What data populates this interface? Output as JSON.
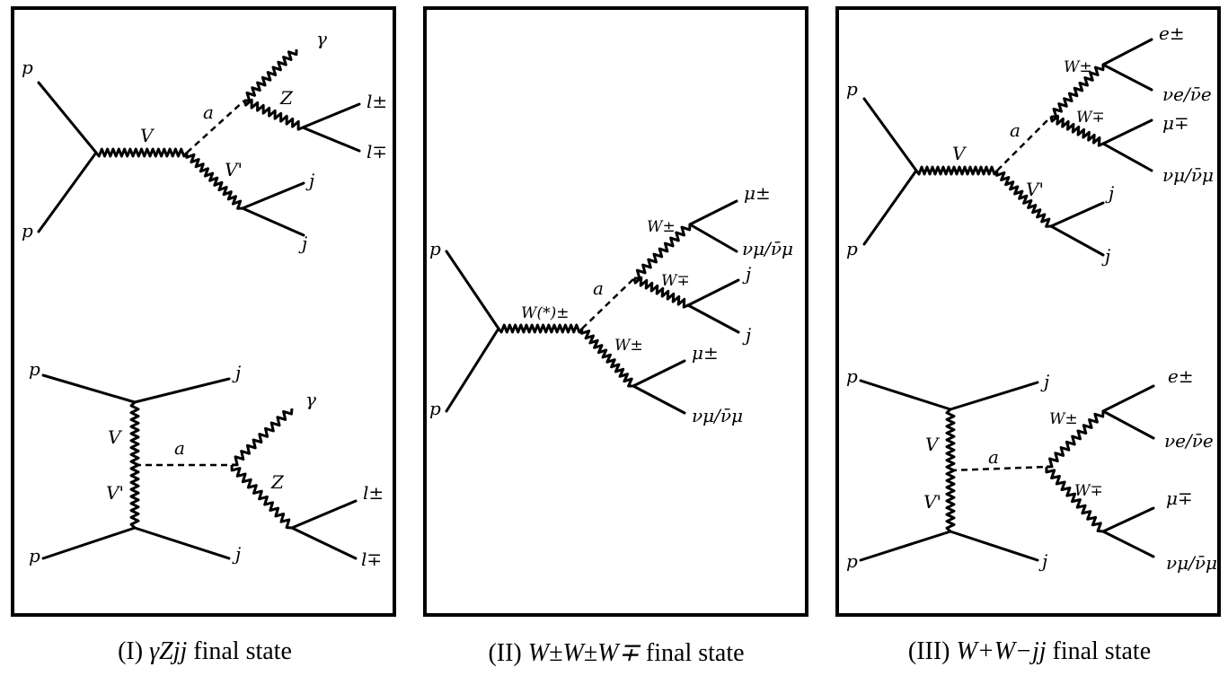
{
  "panels": [
    {
      "caption": {
        "prefix": "(I) ",
        "math": "γZjj",
        "suffix": " final state"
      },
      "top": {
        "p_in_1": "p",
        "p_in_2": "p",
        "V": "V",
        "a": "a",
        "gamma": "γ",
        "Z": "Z",
        "l_pm": "l±",
        "l_mp": "l∓",
        "Vp": "V'",
        "j1": "j",
        "j2": "j"
      },
      "bottom": {
        "p1": "p",
        "p2": "p",
        "j1": "j",
        "j2": "j",
        "V": "V",
        "Vp": "V'",
        "a": "a",
        "gamma": "γ",
        "Z": "Z",
        "l_pm": "l±",
        "l_mp": "l∓"
      }
    },
    {
      "caption": {
        "prefix": "(II) ",
        "math": "W±W±W∓",
        "suffix": " final state"
      },
      "main": {
        "p1": "p",
        "p2": "p",
        "Wstar": "W(*)±",
        "a": "a",
        "W1": "W±",
        "W2": "W∓",
        "W3": "W±",
        "mu1": "μ±",
        "nu1": "νμ/ν̄μ",
        "j1": "j",
        "j2": "j",
        "mu2": "μ±",
        "nu2": "νμ/ν̄μ"
      }
    },
    {
      "caption": {
        "prefix": "(III) ",
        "math": "W+W−jj",
        "suffix": " final state"
      },
      "top": {
        "p1": "p",
        "p2": "p",
        "V": "V",
        "a": "a",
        "Vp": "V'",
        "W1": "W±",
        "W2": "W∓",
        "e": "e±",
        "nue": "νe/ν̄e",
        "mu": "μ∓",
        "numu": "νμ/ν̄μ",
        "j1": "j",
        "j2": "j"
      },
      "bottom": {
        "p1": "p",
        "p2": "p",
        "j1": "j",
        "j2": "j",
        "V": "V",
        "Vp": "V'",
        "a": "a",
        "W1": "W±",
        "W2": "W∓",
        "e": "e±",
        "nue": "νe/ν̄e",
        "mu": "μ∓",
        "numu": "νμ/ν̄μ"
      }
    }
  ]
}
